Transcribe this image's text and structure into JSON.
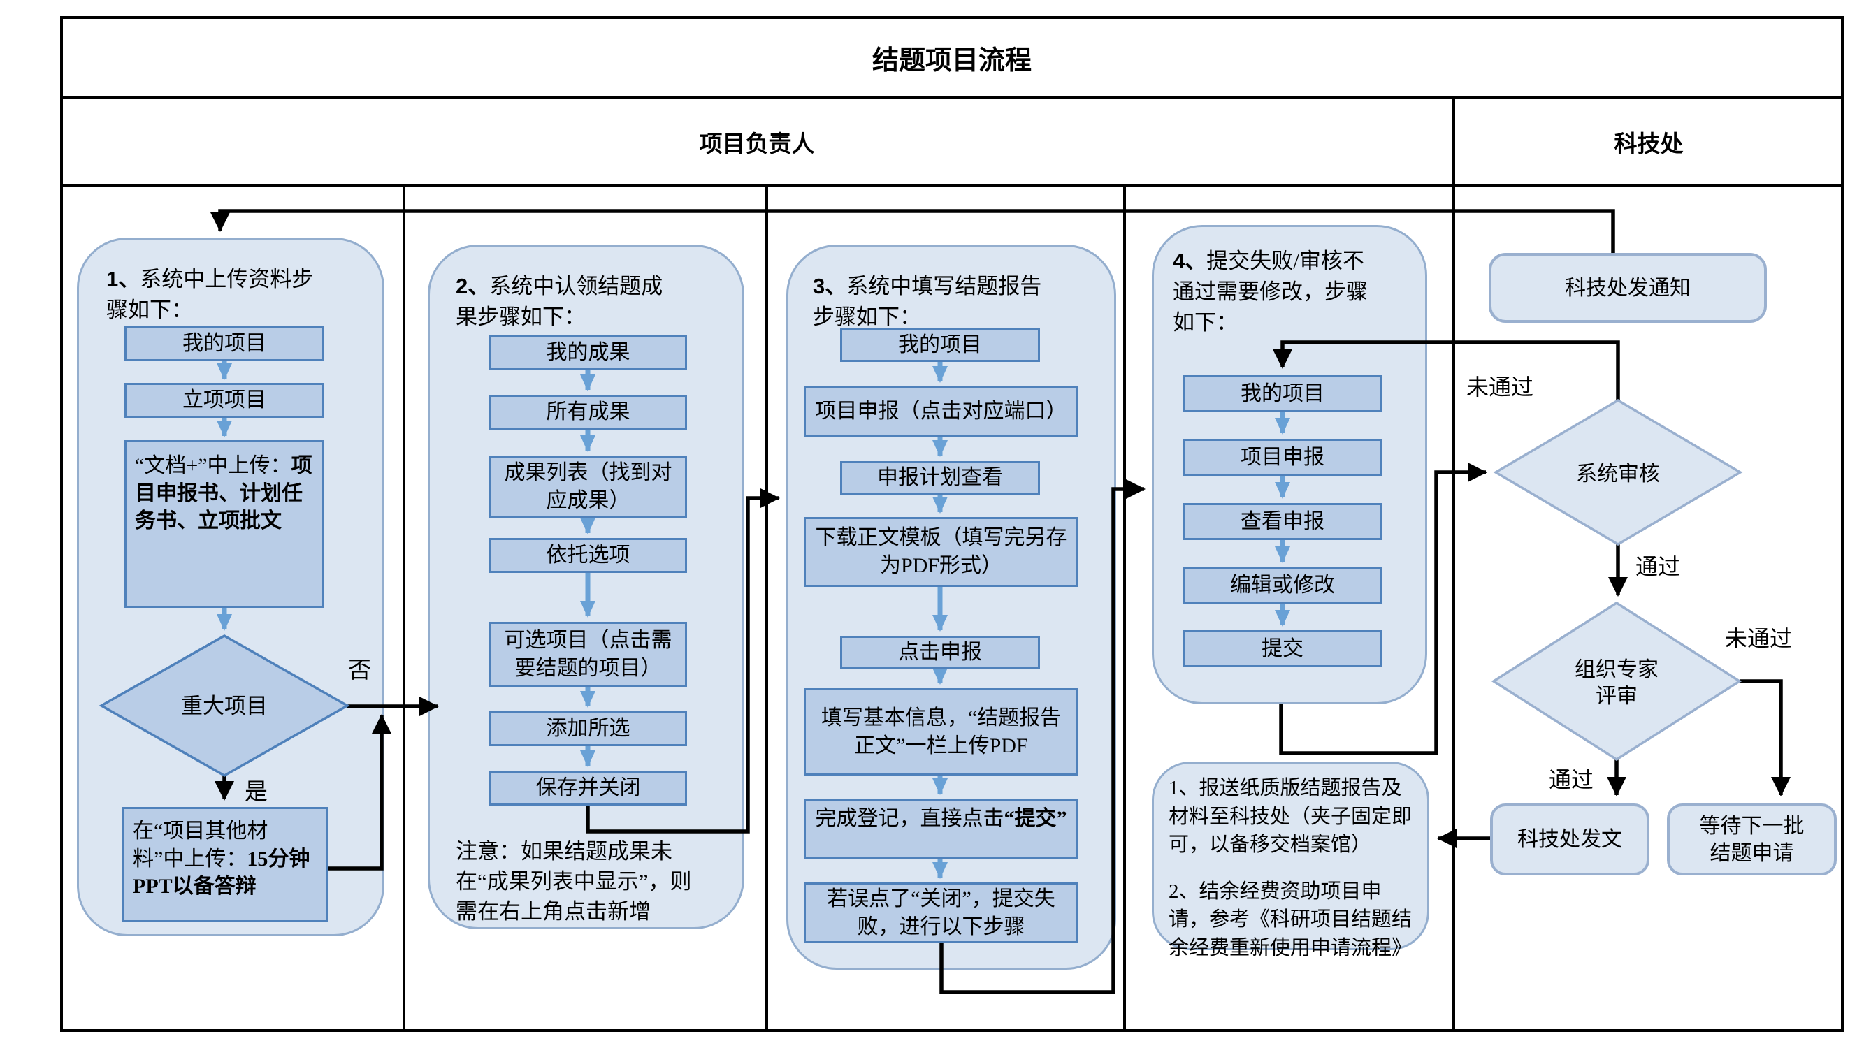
{
  "title": "结题项目流程",
  "header": {
    "left": "项目负责人",
    "right": "科技处"
  },
  "lane1": {
    "number": "1、",
    "heading": "系统中上传资料步骤如下：",
    "step1": "我的项目",
    "step2": "立项项目",
    "step3_normal": "“文档+”中上传：",
    "step3_bold": "项目申报书、计划任务书、立项批文",
    "decision": "重大项目",
    "label_yes": "是",
    "label_no": "否",
    "step4_normal": "在“项目其他材料”中上传：",
    "step4_bold": "15分钟PPT以备答辩"
  },
  "lane2": {
    "number": "2、",
    "heading": "系统中认领结题成果步骤如下：",
    "step1": "我的成果",
    "step2": "所有成果",
    "step3": "成果列表（找到对应成果）",
    "step4": "依托选项",
    "step5": "可选项目（点击需要结题的项目）",
    "step6": "添加所选",
    "step7": "保存并关闭",
    "note": "注意：如果结题成果未在“成果列表中显示”，则需在右上角点击新增"
  },
  "lane3": {
    "number": "3、",
    "heading": "系统中填写结题报告步骤如下：",
    "step1": "我的项目",
    "step2": "项目申报（点击对应端口）",
    "step3": "申报计划查看",
    "step4": "下载正文模板（填写完另存为PDF形式）",
    "step5": "点击申报",
    "step6": "填写基本信息，“结题报告正文”一栏上传PDF",
    "step7_normal": "完成登记，直接点击",
    "step7_bold": "“提交”",
    "step8": "若误点了“关闭”，提交失败，进行以下步骤"
  },
  "lane4": {
    "number": "4、",
    "heading": "提交失败/审核不通过需要修改，步骤如下：",
    "step1": "我的项目",
    "step2": "项目申报",
    "step3": "查看申报",
    "step4": "编辑或修改",
    "step5": "提交"
  },
  "note_box": {
    "item1": "1、报送纸质版结题报告及材料至科技处（夹子固定即可，以备移交档案馆）",
    "item2": "2、结余经费资助项目申请，参考《科研项目结题结余经费重新使用申请流程》"
  },
  "right_col": {
    "notify": "科技处发通知",
    "decision1": "系统审核",
    "decision2": "组织专家评审",
    "issue": "科技处发文",
    "wait": "等待下一批结题申请",
    "label_fail_top": "未通过",
    "label_pass_1": "通过",
    "label_pass_2": "通过",
    "label_fail_2": "未通过"
  },
  "colors": {
    "container_fill": "#dce6f2",
    "container_border": "#94aece",
    "stepbox_fill": "#b9cde7",
    "stepbox_border": "#4f81bb",
    "right_node_border": "#9ab0cf",
    "arrow_blue": "#69a1d6",
    "line_black": "#000000"
  }
}
